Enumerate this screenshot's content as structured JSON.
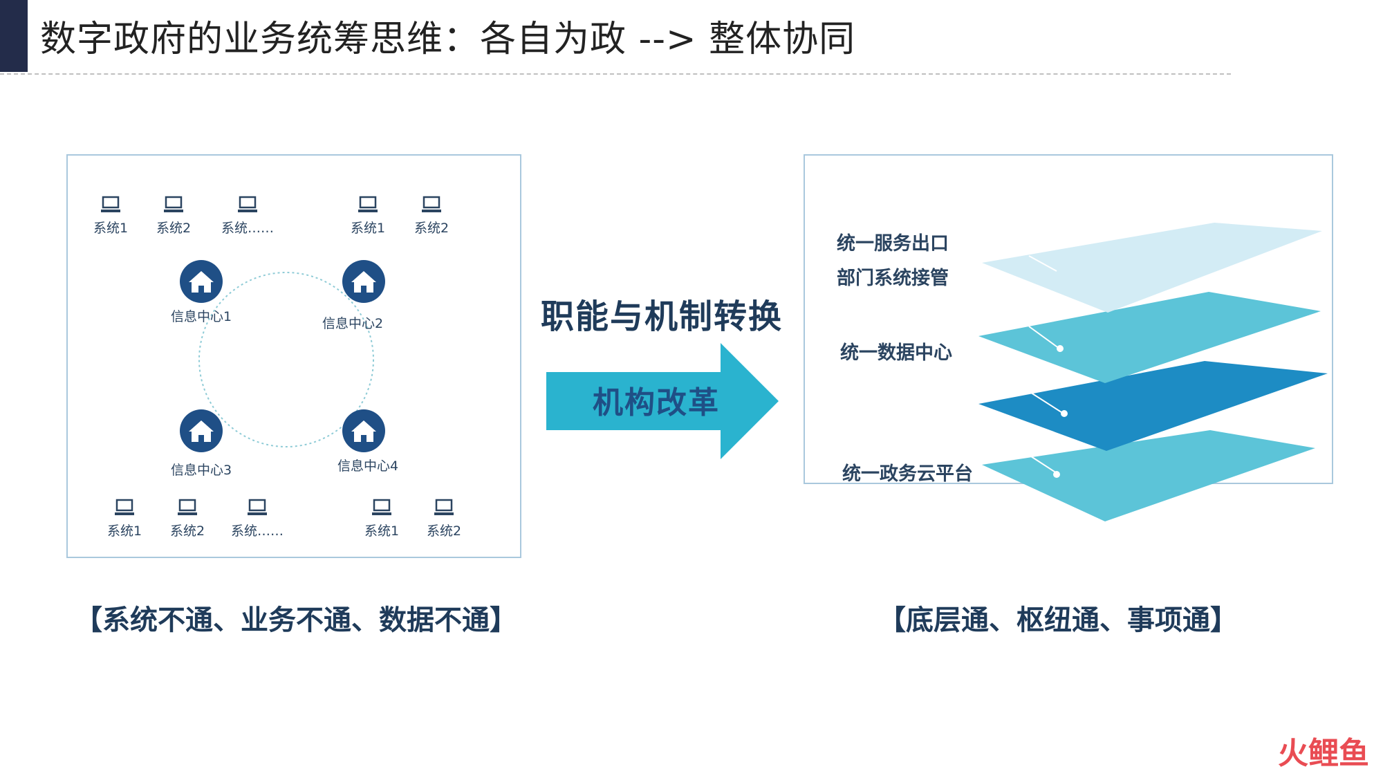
{
  "title": "数字政府的业务统筹思维：各自为政 --> 整体协同",
  "left_diagram": {
    "top_systems": [
      "系统1",
      "系统2",
      "系统……",
      "系统1",
      "系统2"
    ],
    "bottom_systems": [
      "系统1",
      "系统2",
      "系统……",
      "系统1",
      "系统2"
    ],
    "centers": [
      "信息中心1",
      "信息中心2",
      "信息中心3",
      "信息中心4"
    ]
  },
  "transition": {
    "heading": "职能与机制转换",
    "arrow_label": "机构改革"
  },
  "right_diagram": {
    "labels": [
      "统一服务出口",
      "部门系统接管",
      "统一数据中心",
      "统一政务云平台"
    ]
  },
  "captions": {
    "left": "【系统不通、业务不通、数据不通】",
    "right": "【底层通、枢纽通、事项通】"
  },
  "watermark": "火鲤鱼",
  "colors": {
    "title_bar": "#232c4a",
    "house_icon": "#1f4f86",
    "arrow": "#2ab3cf",
    "layer_top": "#d3ecf5",
    "layer_2": "#5cc4d8",
    "layer_3": "#1d8cc4",
    "layer_4": "#5cc4d8"
  }
}
